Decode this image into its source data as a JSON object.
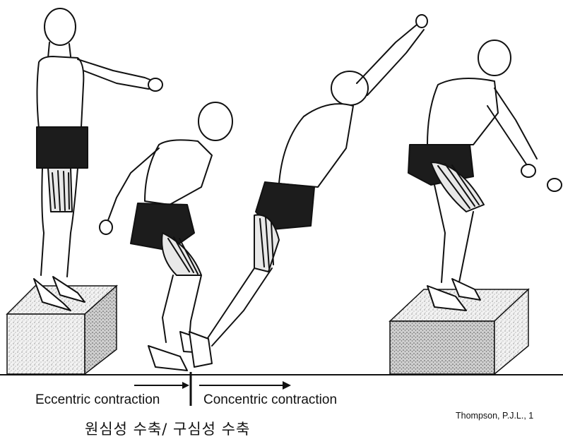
{
  "labels": {
    "eccentric": "Eccentric contraction",
    "concentric": "Concentric contraction",
    "korean": "원심성 수축/ 구심성 수축",
    "citation": "Thompson, P.J.L.,  1"
  },
  "figures": [
    {
      "pose": "standing-on-box",
      "arms": "forward"
    },
    {
      "pose": "landing-crouch",
      "arms": "back"
    },
    {
      "pose": "jump-extension",
      "arms": "overhead"
    },
    {
      "pose": "landing-on-box",
      "arms": "forward"
    }
  ],
  "colors": {
    "ink": "#111111",
    "shorts": "#1c1c1c",
    "box_texture": "#777777",
    "background": "#ffffff"
  }
}
